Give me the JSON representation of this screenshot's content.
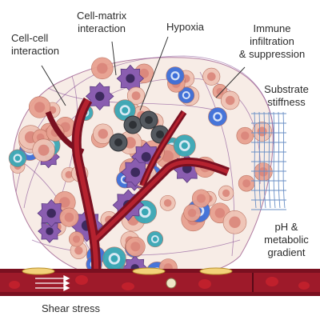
{
  "labels": {
    "cell_cell": [
      "Cell-cell",
      "interaction"
    ],
    "cell_matrix": [
      "Cell-matrix",
      "interaction"
    ],
    "hypoxia": "Hypoxia",
    "immune": [
      "Immune",
      "infiltration",
      "& suppression"
    ],
    "substrate": [
      "Substrate",
      "stiffness"
    ],
    "ph": [
      "pH &",
      "metabolic",
      "gradient"
    ],
    "shear": "Shear stress"
  },
  "colors": {
    "vessel_wall": "#7a1020",
    "vessel_lumen": "#9e1a2a",
    "red_blood_cell": "#c0202c",
    "endothelial_cell": "#f3d27a",
    "tumor_cell": "#e8a190",
    "tumor_cell_pale": "#efc3b5",
    "blue_cell": "#3d6fd9",
    "teal_cell": "#3aa7b5",
    "purple_immune_cell": "#8a5db0",
    "dark_immune_cell": "#3d2a5e",
    "grey_cell": "#555a60",
    "ecm_fiber": "#8e5a9a",
    "grid": "#6a8fc6"
  }
}
